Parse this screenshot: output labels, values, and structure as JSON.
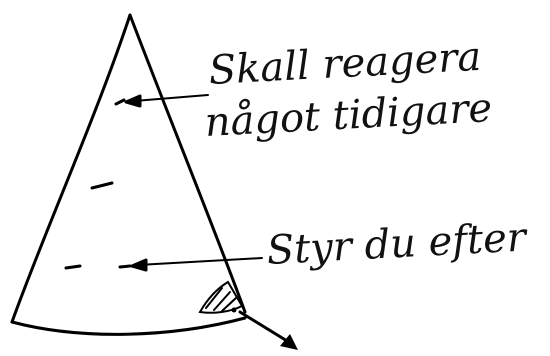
{
  "labels": {
    "top_line_1": "Skall reagera",
    "top_line_2": "något tidigare",
    "bottom": "Styr du efter"
  },
  "colors": {
    "ink": "#000000",
    "paper": "#ffffff"
  }
}
